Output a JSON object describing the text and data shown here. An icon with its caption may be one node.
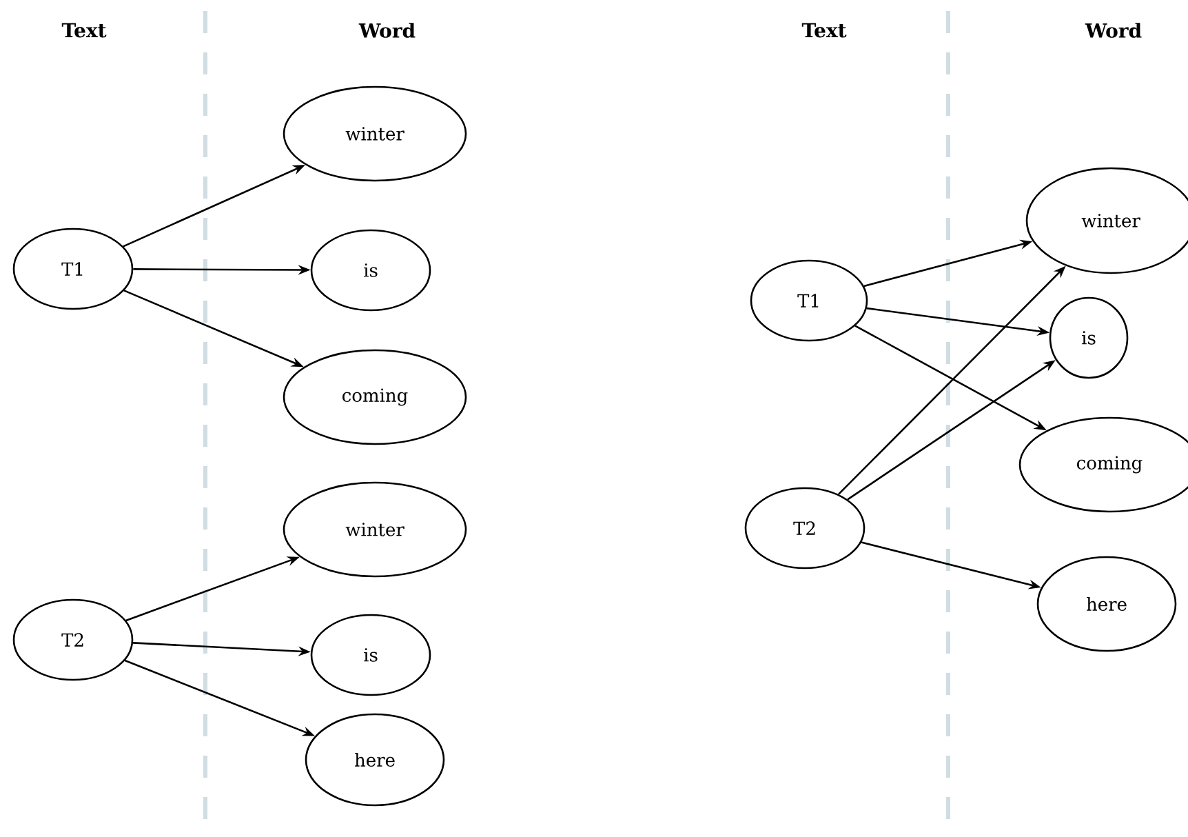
{
  "diagram": {
    "nodes": [
      {
        "text": [
          "T1"
        ]
      },
      {
        "text": [
          "winter"
        ]
      },
      {
        "text": [
          "is"
        ]
      },
      {
        "text": [
          "coming"
        ]
      },
      {
        "text": [
          "T2"
        ]
      },
      {
        "text": [
          "winter"
        ]
      },
      {
        "text": [
          "is"
        ]
      },
      {
        "text": [
          "here"
        ]
      },
      {
        "text": [
          "T1"
        ]
      },
      {
        "text": [
          "T2"
        ]
      },
      {
        "text": [
          "winter"
        ]
      },
      {
        "text": [
          "is"
        ]
      },
      {
        "text": [
          "coming"
        ]
      },
      {
        "text": [
          "here"
        ]
      }
    ],
    "edges": [
      {
        "from": 0,
        "to": 1,
        "arrow": "to"
      },
      {
        "from": 0,
        "to": 2,
        "arrow": "to"
      },
      {
        "from": 0,
        "to": 3,
        "arrow": "to"
      },
      {
        "from": 4,
        "to": 5,
        "arrow": "to"
      },
      {
        "from": 4,
        "to": 6,
        "arrow": "to"
      },
      {
        "from": 4,
        "to": 7,
        "arrow": "to"
      },
      {
        "from": 8,
        "to": 10,
        "arrow": "to"
      },
      {
        "from": 8,
        "to": 11,
        "arrow": "to"
      },
      {
        "from": 8,
        "to": 12,
        "arrow": "to"
      },
      {
        "from": 9,
        "to": 10,
        "arrow": "to"
      },
      {
        "from": 9,
        "to": 11,
        "arrow": "to"
      },
      {
        "from": 9,
        "to": 13,
        "arrow": "to"
      }
    ],
    "labels": [
      "Text",
      "Word",
      "Text",
      "Word"
    ]
  }
}
